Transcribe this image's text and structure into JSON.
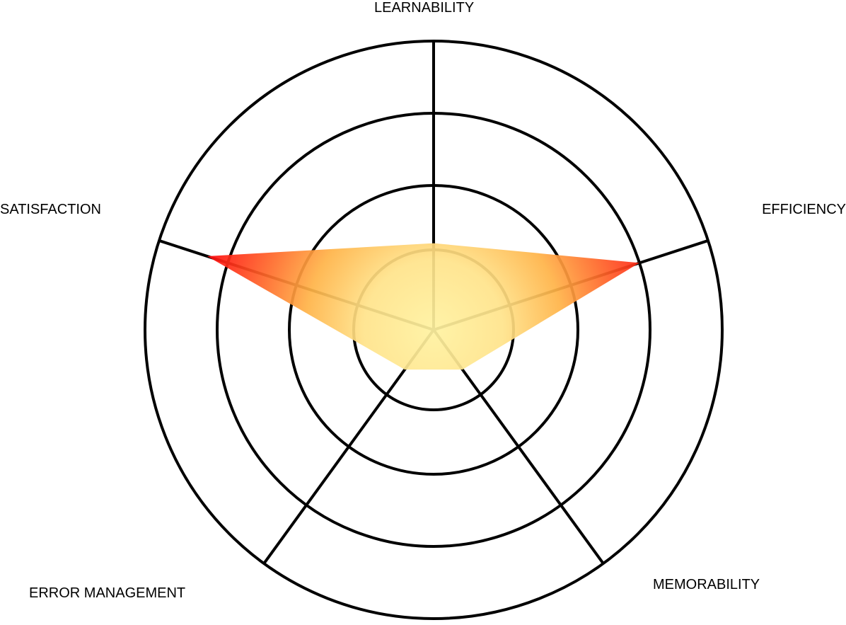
{
  "chart_data": {
    "type": "radar",
    "axes": [
      "LEARNABILITY",
      "EFFICIENCY",
      "MEMORABILITY",
      "ERROR MANAGEMENT",
      "SATISFACTION"
    ],
    "rings": 4,
    "range": [
      0,
      4
    ],
    "grid": true,
    "values": [
      1.2,
      3.0,
      0.68,
      0.68,
      3.3
    ],
    "colors": {
      "grid": "#000000",
      "fill_high": "#ff1a10",
      "fill_mid": "#ff8a00",
      "fill_low": "#ffe98a"
    }
  }
}
